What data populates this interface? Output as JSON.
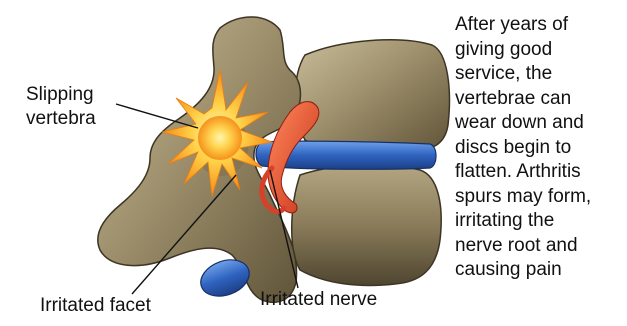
{
  "labels": {
    "slipping_line1": "Slipping",
    "slipping_line2": "vertebra",
    "irritated_facet": "Irritated facet",
    "irritated_nerve": "Irritated nerve"
  },
  "caption": {
    "lines": [
      "After years of",
      "giving good",
      "service, the",
      "vertebrae can",
      "wear down and",
      "discs begin to",
      "flatten. Arthritis",
      "spurs may form,",
      "irritating the",
      "nerve root and",
      "causing pain"
    ]
  },
  "colors": {
    "bone": "#9c8f6e",
    "bone_dark": "#5a4e36",
    "disc_blue": "#2f6bc4",
    "nerve_red": "#e8452a",
    "inflammation": "#f7a21b"
  }
}
